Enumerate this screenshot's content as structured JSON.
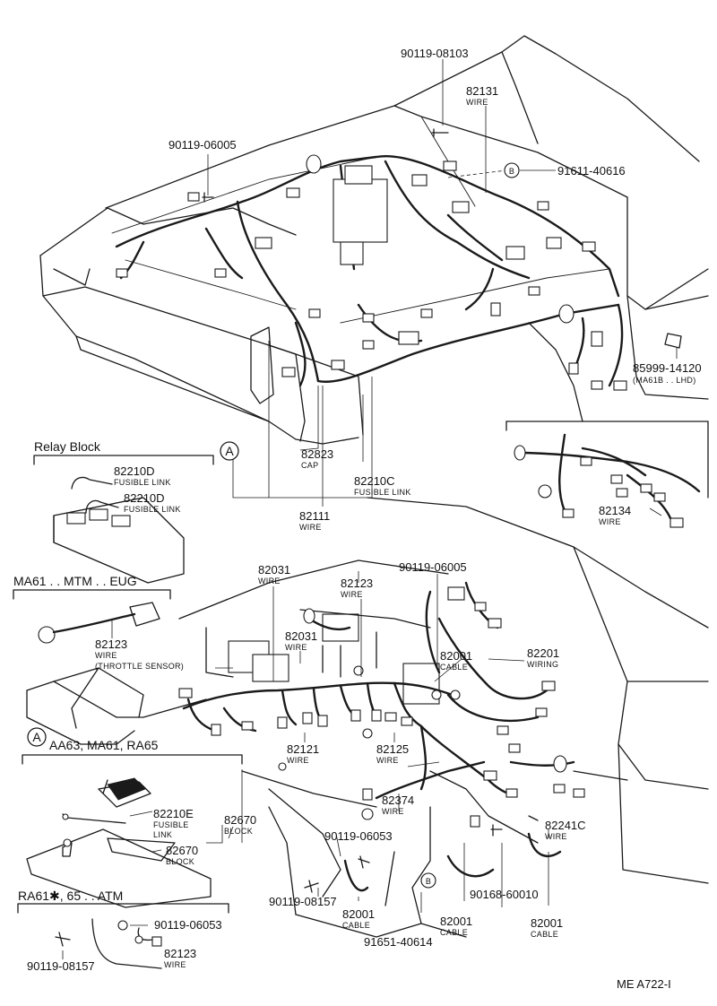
{
  "labels": {
    "p90119_08103": "90119-08103",
    "p82131": "82131",
    "p82131_sub": "WIRE",
    "p90119_06005_top": "90119-06005",
    "p91611_40616": "91611-40616",
    "p85999_14120": "85999-14120",
    "p85999_note": "(MA61B . . LHD)",
    "p82823": "82823",
    "p82823_sub": "CAP",
    "p82210C": "82210C",
    "p82210C_sub": "FUSIBLE LINK",
    "p82111": "82111",
    "p82111_sub": "WIRE",
    "p82134": "82134",
    "p82134_sub": "WIRE",
    "p82210D_1": "82210D",
    "p82210D_1_sub": "FUSIBLE LINK",
    "p82210D_2": "82210D",
    "p82210D_2_sub": "FUSIBLE LINK",
    "p82031_a": "82031",
    "p82031_a_sub": "WIRE",
    "p82123_top": "82123",
    "p82123_top_sub": "WIRE",
    "p90119_06005_mid": "90119-06005",
    "p82123_left": "82123",
    "p82123_left_sub": "WIRE",
    "p82123_left_note": "(THROTTLE SENSOR)",
    "p82031_b": "82031",
    "p82031_b_sub": "WIRE",
    "p82001_a": "82001",
    "p82001_a_sub": "CABLE",
    "p82201": "82201",
    "p82201_sub": "WIRING",
    "p82121": "82121",
    "p82121_sub": "WIRE",
    "p82125": "82125",
    "p82125_sub": "WIRE",
    "p82374": "82374",
    "p82374_sub": "WIRE",
    "p82210E": "82210E",
    "p82210E_sub1": "FUSIBLE",
    "p82210E_sub2": "LINK",
    "p82670_a": "82670",
    "p82670_a_sub": "BLOCK",
    "p82670_b": "82670",
    "p82670_b_sub": "BLOCK",
    "p90119_06053_a": "90119-06053",
    "p82241C": "82241C",
    "p82241C_sub": "WIRE",
    "p90119_08157_a": "90119-08157",
    "p82001_b": "82001",
    "p82001_b_sub": "CABLE",
    "p82001_c": "82001",
    "p82001_c_sub": "CABLE",
    "p90168_60010": "90168-60010",
    "p82001_d": "82001",
    "p82001_d_sub": "CABLE",
    "p91651_40614": "91651-40614",
    "p90119_06053_b": "90119-06053",
    "p90119_08157_b": "90119-08157",
    "p82123_bot": "82123",
    "p82123_bot_sub": "WIRE"
  },
  "markers": {
    "A": "A",
    "B": "B"
  },
  "sections": {
    "relay_block": "Relay Block",
    "ma61": "MA61 . . MTM . . EUG",
    "aa63": "AA63, MA61, RA65",
    "ra61": "RA61✱, 65 . . ATM"
  },
  "footer": {
    "code": "ME  A722-I"
  }
}
